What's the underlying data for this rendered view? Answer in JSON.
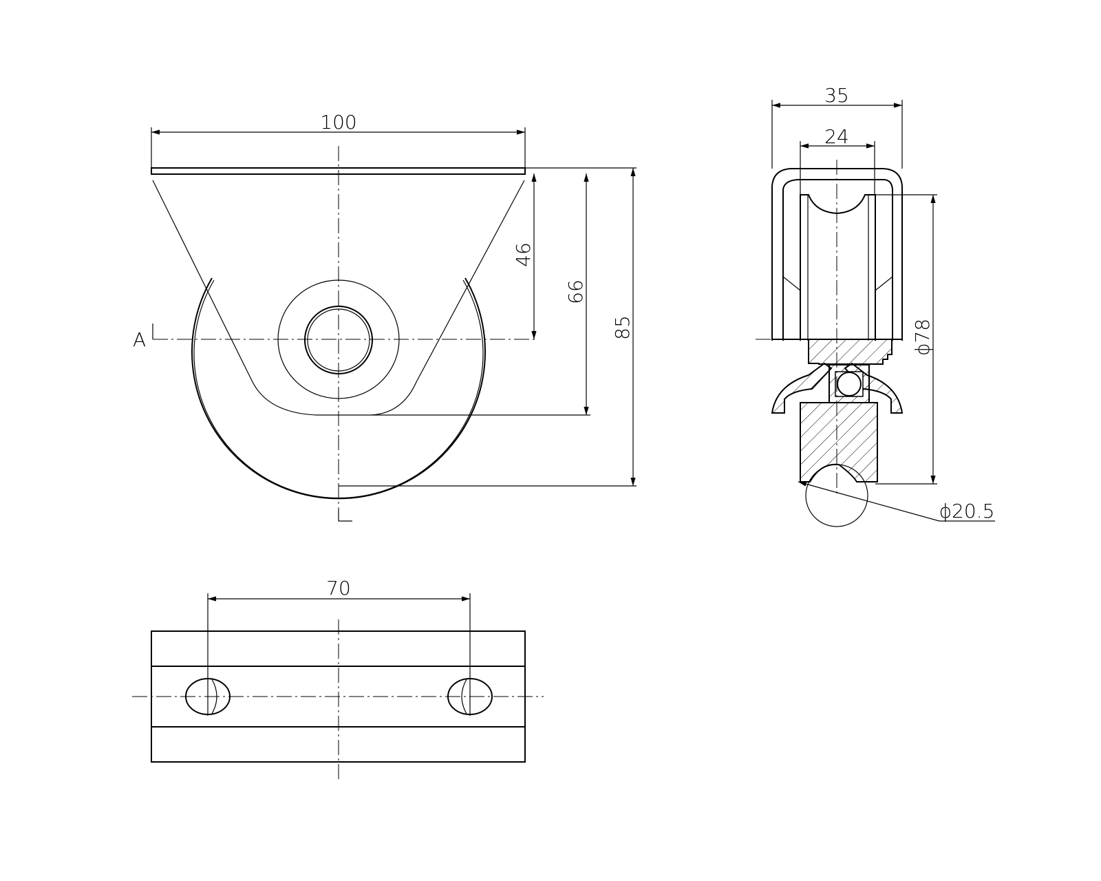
{
  "drawing": {
    "front_view": {
      "section_label": "A",
      "dimensions": {
        "width": "100",
        "height_axle": "46",
        "height_fork": "66",
        "height_total": "85"
      }
    },
    "side_view": {
      "dimensions": {
        "outer_width": "35",
        "wheel_width": "24",
        "wheel_diameter": "ϕ78",
        "groove_diameter": "ϕ20.5"
      }
    },
    "top_view": {
      "dimensions": {
        "hole_spacing": "70"
      }
    }
  }
}
